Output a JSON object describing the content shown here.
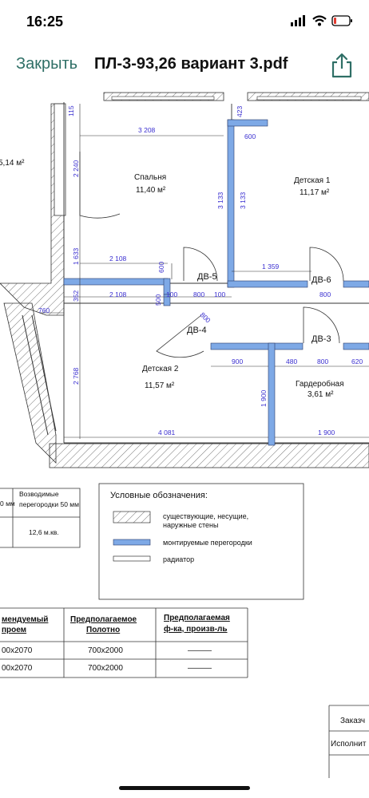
{
  "status_bar": {
    "time": "16:25"
  },
  "nav": {
    "close_label": "Закрыть",
    "title": "ПЛ-3-93,26 вариант 3.pdf"
  },
  "plan": {
    "rooms": {
      "left_area": "5,14 м²",
      "spalnya_name": "Спальня",
      "spalnya_area": "11,40 м²",
      "detskaya1_name": "Детская 1",
      "detskaya1_area": "11,17 м²",
      "detskaya2_name": "Детская 2",
      "detskaya2_area": "11,57 м²",
      "garderob_name": "Гардеробная",
      "garderob_area": "3,61 м²"
    },
    "doors": {
      "dv5": "ДВ-5",
      "dv6": "ДВ-6",
      "dv4": "ДВ-4",
      "dv3": "ДВ-3"
    },
    "dims": {
      "d115": "115",
      "d423": "423",
      "d3208": "3 208",
      "d600a": "600",
      "d2240": "2 240",
      "d3133a": "3 133",
      "d3133b": "3 133",
      "d1633": "1 633",
      "d2108a": "2 108",
      "d600b": "600",
      "d1359": "1 359",
      "d352": "352",
      "d2108b": "2 108",
      "d100a": "100",
      "d800a": "800",
      "d100b": "100",
      "d800b": "800",
      "d500": "500",
      "d760": "760",
      "d800c": "800",
      "d2768": "2 768",
      "d900": "900",
      "d480": "480",
      "d800d": "800",
      "d620": "620",
      "d1900a": "1 900",
      "d4081": "4 081",
      "d1900b": "1 900"
    }
  },
  "table_left": {
    "col_head": "Возводимые перегородки 50 мм",
    "cut_prefix": "0 мм",
    "value": "12,6 м.кв."
  },
  "legend": {
    "title": "Условные обозначения:",
    "item1": "существующие, несущие, наружные стены",
    "item2": "монтируемые перегородки",
    "item3": "радиатор"
  },
  "door_table": {
    "h1": "мендуемый проем",
    "h2": "Предполагаемое Полотно",
    "h3": "Предполагаемая ф-ка, произв-ль",
    "r1c1": "00x2070",
    "r1c2": "700x2000",
    "r1c3": "———",
    "r2c1": "00x2070",
    "r2c2": "700x2000",
    "r2c3": "———"
  },
  "stamp": {
    "zakazchik": "Заказч",
    "ispolnitel": "Исполнит"
  },
  "colors": {
    "partition": "#7ea9e6",
    "dimension": "#3a2fd0",
    "accent": "#2f6f66"
  }
}
